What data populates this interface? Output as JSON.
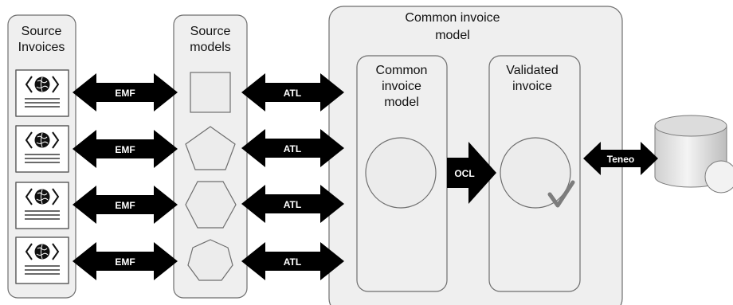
{
  "source_invoices": {
    "title_line1": "Source",
    "title_line2": "Invoices"
  },
  "source_models": {
    "title_line1": "Source",
    "title_line2": "models"
  },
  "common_model_panel": {
    "title_line1": "Common invoice",
    "title_line2": "model"
  },
  "inner_common": {
    "line1": "Common",
    "line2": "invoice",
    "line3": "model"
  },
  "validated": {
    "line1": "Validated",
    "line2": "invoice"
  },
  "arrows": {
    "emf": "EMF",
    "atl": "ATL",
    "ocl": "OCL",
    "teneo": "Teneo"
  },
  "icons": [
    "document-globe-icon",
    "database-icon",
    "checkmark-icon"
  ]
}
